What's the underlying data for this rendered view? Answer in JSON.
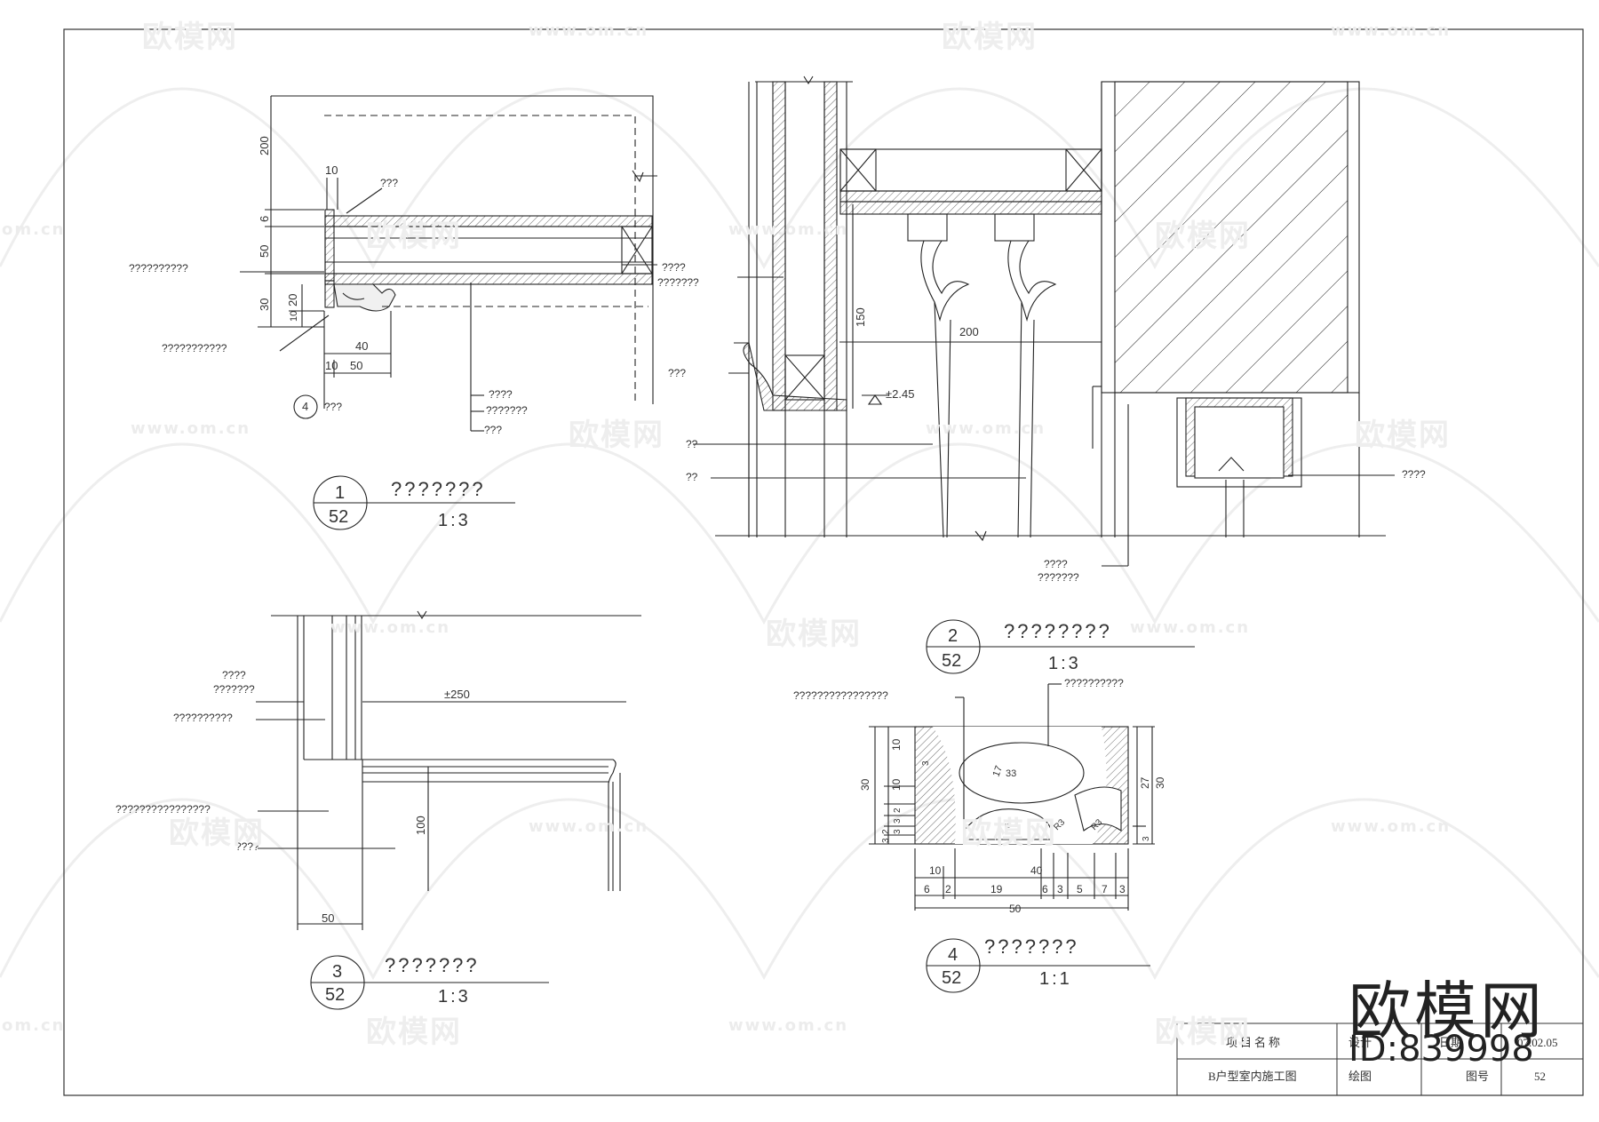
{
  "watermarks": {
    "brand": "欧模网",
    "url": "www.om.cn",
    "url_short": "om.cn"
  },
  "brand": {
    "name": "欧模网",
    "id": "ID:839998"
  },
  "detail1": {
    "number": "1",
    "sheet": "52",
    "title": "???????",
    "scale": "1:3",
    "dims": [
      "200",
      "6",
      "50",
      "30",
      "20",
      "10",
      "10",
      "40",
      "10",
      "50"
    ],
    "notes": [
      "???",
      "??????????",
      "???????????",
      "????",
      "???????",
      "????",
      "???????",
      "???",
      "???"
    ],
    "callout": "4"
  },
  "detail2": {
    "number": "2",
    "sheet": "52",
    "title": "????????",
    "scale": "1:3",
    "dims": [
      "150",
      "200",
      "±2.45"
    ],
    "notes": [
      "???",
      "??",
      "??",
      "????",
      "????",
      "???????"
    ]
  },
  "detail3": {
    "number": "3",
    "sheet": "52",
    "title": "???????",
    "scale": "1:3",
    "dims": [
      "±250",
      "100",
      "50"
    ],
    "notes": [
      "????",
      "???????",
      "??????????",
      "????????????????",
      "????"
    ]
  },
  "detail4": {
    "number": "4",
    "sheet": "52",
    "title": "???????",
    "scale": "1:1",
    "dims_v_left": [
      "10",
      "10",
      "30",
      "2",
      "3",
      "3",
      "2",
      "3"
    ],
    "dims_v_right": [
      "27",
      "30",
      "3"
    ],
    "dims_inner": [
      "3",
      "17",
      "33",
      "6",
      "R3",
      "R3"
    ],
    "dims_h_row1": [
      "10",
      "40"
    ],
    "dims_h_row2": [
      "6",
      "2",
      "19",
      "6",
      "3",
      "5",
      "7",
      "3"
    ],
    "dims_h_total": "50",
    "notes": [
      "????????????????",
      "??????????"
    ]
  },
  "titleblock": {
    "project_label": "项目名称",
    "project_value": "B户型室内施工图",
    "design_label": "设计",
    "date_label": "日期",
    "date_value": "07.02.05",
    "drawn_label": "绘图",
    "drawing_no_label": "图号",
    "drawing_no_value": "52"
  }
}
